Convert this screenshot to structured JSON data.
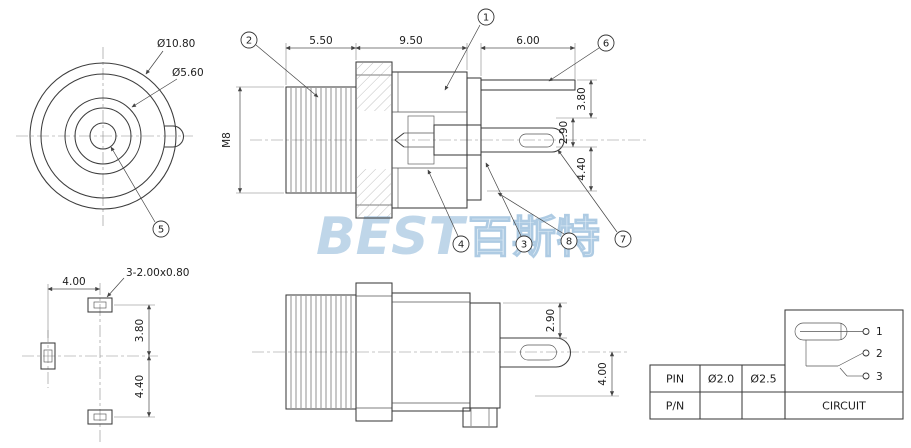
{
  "palette": {
    "line_color": "#3c3c3c",
    "dim_color": "#555555",
    "watermark_blue": "#b9d2e7"
  },
  "watermark": {
    "latin": "BEST",
    "cjk": "百斯特"
  },
  "front_view": {
    "dim_outer_diameter": "Ø10.80",
    "dim_inner_diameter": "Ø5.60",
    "callout_5": "5"
  },
  "section_view": {
    "dim_thread_length": "5.50",
    "dim_body_length": "9.50",
    "dim_tail_length": "6.00",
    "thread_spec": "M8",
    "dim_top": "3.80",
    "dim_mid": "2.90",
    "dim_bottom": "4.40",
    "callout_1": "1",
    "callout_2": "2",
    "callout_3": "3",
    "callout_4": "4",
    "callout_6": "6",
    "callout_7": "7",
    "callout_8": "8"
  },
  "pin_view": {
    "dim_pitch": "4.00",
    "pin_note": "3-2.00x0.80",
    "dim_upper": "3.80",
    "dim_lower": "4.40"
  },
  "side_view": {
    "dim_upper": "2.90",
    "dim_lower": "4.00"
  },
  "spec_table": {
    "row1_label": "PIN",
    "row2_label": "P/N",
    "col1": "Ø2.0",
    "col2": "Ø2.5",
    "circuit_label": "CIRCUIT",
    "pin1": "1",
    "pin2": "2",
    "pin3": "3"
  }
}
